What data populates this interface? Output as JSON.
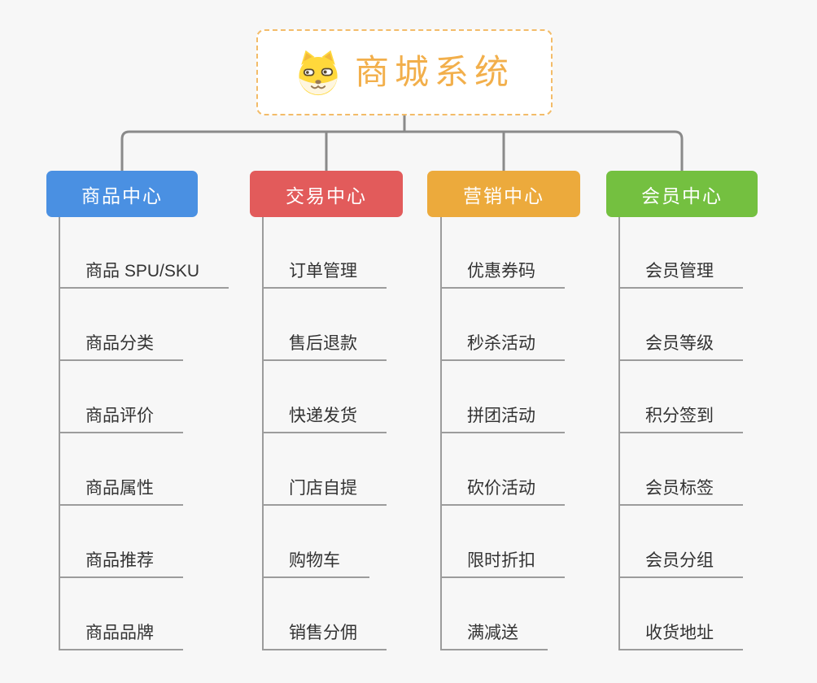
{
  "page": {
    "background_color": "#F7F7F7",
    "connector_color": "#8A8A8A",
    "branch_line_color": "#9C9C9C"
  },
  "root": {
    "title": "商城系统",
    "icon": "dog-face-icon",
    "text_color": "#F2AF4B",
    "border_color": "#F3BC69",
    "background_color": "#FFFFFF"
  },
  "branches": [
    {
      "id": "product-center",
      "label": "商品中心",
      "color": "#4A90E2",
      "items": [
        "商品 SPU/SKU",
        "商品分类",
        "商品评价",
        "商品属性",
        "商品推荐",
        "商品品牌"
      ]
    },
    {
      "id": "trade-center",
      "label": "交易中心",
      "color": "#E25B5B",
      "items": [
        "订单管理",
        "售后退款",
        "快递发货",
        "门店自提",
        "购物车",
        "销售分佣"
      ]
    },
    {
      "id": "marketing-center",
      "label": "营销中心",
      "color": "#ECAA3C",
      "items": [
        "优惠券码",
        "秒杀活动",
        "拼团活动",
        "砍价活动",
        "限时折扣",
        "满减送"
      ]
    },
    {
      "id": "member-center",
      "label": "会员中心",
      "color": "#74C040",
      "items": [
        "会员管理",
        "会员等级",
        "积分签到",
        "会员标签",
        "会员分组",
        "收货地址"
      ]
    }
  ]
}
